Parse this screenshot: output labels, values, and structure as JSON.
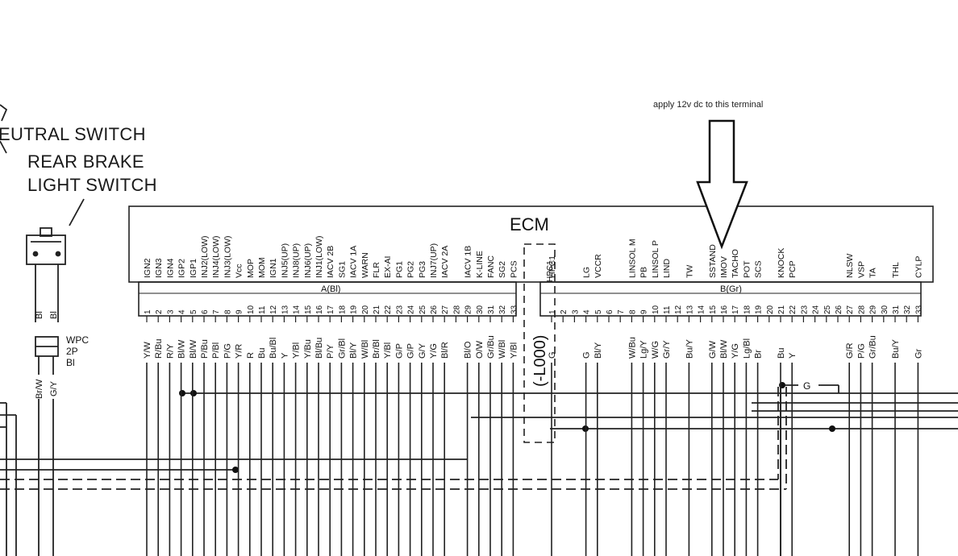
{
  "annotation": "apply 12v dc to this terminal",
  "switch_labels": {
    "neutral_switch": "EUTRAL SWITCH",
    "rear_brake_line1": "REAR BRAKE",
    "rear_brake_line2": "LIGHT SWITCH"
  },
  "ecm": {
    "title": "ECM",
    "connector_a_label": "A(Bl)",
    "connector_b_label": "B(Gr)",
    "l000_label": "(-L000)",
    "hpc1_label": "HPC1",
    "g_branch_label": "G",
    "connector_a": [
      {
        "pin": "1",
        "signal": "IGN2",
        "wire": "Y/W"
      },
      {
        "pin": "2",
        "signal": "IGN3",
        "wire": "R/Bu"
      },
      {
        "pin": "3",
        "signal": "IGN4",
        "wire": "R/Y"
      },
      {
        "pin": "4",
        "signal": "IGP2",
        "wire": "Bl/W"
      },
      {
        "pin": "5",
        "signal": "IGP1",
        "wire": "Bl/W"
      },
      {
        "pin": "6",
        "signal": "INJ2(LOW)",
        "wire": "P/Bu"
      },
      {
        "pin": "7",
        "signal": "INJ4(LOW)",
        "wire": "P/Bl"
      },
      {
        "pin": "8",
        "signal": "INJ3(LOW)",
        "wire": "P/G"
      },
      {
        "pin": "9",
        "signal": "Vcc",
        "wire": "Y/R"
      },
      {
        "pin": "10",
        "signal": "MOP",
        "wire": "R"
      },
      {
        "pin": "11",
        "signal": "MOM",
        "wire": "Bu"
      },
      {
        "pin": "12",
        "signal": "IGN1",
        "wire": "Bu/Bl"
      },
      {
        "pin": "13",
        "signal": "INJ5(UP)",
        "wire": "Y"
      },
      {
        "pin": "14",
        "signal": "INJ8(UP)",
        "wire": "Y/Bl"
      },
      {
        "pin": "15",
        "signal": "INJ6(UP)",
        "wire": "Y/Bu"
      },
      {
        "pin": "16",
        "signal": "INJ1(LOW)",
        "wire": "Bl/Bu"
      },
      {
        "pin": "17",
        "signal": "IACV 2B",
        "wire": "P/Y"
      },
      {
        "pin": "18",
        "signal": "SG1",
        "wire": "Gr/Bl"
      },
      {
        "pin": "19",
        "signal": "IACV 1A",
        "wire": "Bl/Y"
      },
      {
        "pin": "20",
        "signal": "WARN",
        "wire": "W/Bl"
      },
      {
        "pin": "21",
        "signal": "FLR",
        "wire": "Br/Bl"
      },
      {
        "pin": "22",
        "signal": "EX-AI",
        "wire": "Y/Bl"
      },
      {
        "pin": "23",
        "signal": "PG1",
        "wire": "G/P"
      },
      {
        "pin": "24",
        "signal": "PG2",
        "wire": "G/P"
      },
      {
        "pin": "25",
        "signal": "PG3",
        "wire": "G/Y"
      },
      {
        "pin": "26",
        "signal": "INJ7(UP)",
        "wire": "Y/G"
      },
      {
        "pin": "27",
        "signal": "IACV 2A",
        "wire": "Bl/R"
      },
      {
        "pin": "28",
        "signal": "",
        "wire": ""
      },
      {
        "pin": "29",
        "signal": "IACV 1B",
        "wire": "Bl/O"
      },
      {
        "pin": "30",
        "signal": "K-LINE",
        "wire": "O/W"
      },
      {
        "pin": "31",
        "signal": "FANC",
        "wire": "Gr/Bu"
      },
      {
        "pin": "32",
        "signal": "SG2",
        "wire": "W/Bl"
      },
      {
        "pin": "33",
        "signal": "PCS",
        "wire": "Y/Bl"
      }
    ],
    "connector_b": [
      {
        "pin": "1",
        "signal": "HPC1",
        "wire": "G"
      },
      {
        "pin": "2",
        "signal": "",
        "wire": ""
      },
      {
        "pin": "3",
        "signal": "",
        "wire": ""
      },
      {
        "pin": "4",
        "signal": "LG",
        "wire": "G"
      },
      {
        "pin": "5",
        "signal": "VCCR",
        "wire": "Bl/Y"
      },
      {
        "pin": "6",
        "signal": "",
        "wire": ""
      },
      {
        "pin": "7",
        "signal": "",
        "wire": ""
      },
      {
        "pin": "8",
        "signal": "LINSOL M",
        "wire": "W/Bu"
      },
      {
        "pin": "9",
        "signal": "PB",
        "wire": "Lg/Y"
      },
      {
        "pin": "10",
        "signal": "LINSOL P",
        "wire": "W/G"
      },
      {
        "pin": "11",
        "signal": "LIND",
        "wire": "Gr/Y"
      },
      {
        "pin": "12",
        "signal": "",
        "wire": ""
      },
      {
        "pin": "13",
        "signal": "TW",
        "wire": "Bu/Y"
      },
      {
        "pin": "14",
        "signal": "",
        "wire": ""
      },
      {
        "pin": "15",
        "signal": "SSTAND",
        "wire": "G/W"
      },
      {
        "pin": "16",
        "signal": "IMOV",
        "wire": "Bl/W"
      },
      {
        "pin": "17",
        "signal": "TACHO",
        "wire": "Y/G"
      },
      {
        "pin": "18",
        "signal": "POT",
        "wire": "Lg/Bl"
      },
      {
        "pin": "19",
        "signal": "SCS",
        "wire": "Br"
      },
      {
        "pin": "20",
        "signal": "",
        "wire": ""
      },
      {
        "pin": "21",
        "signal": "KNOCK",
        "wire": "Bu"
      },
      {
        "pin": "22",
        "signal": "PCP",
        "wire": "Y"
      },
      {
        "pin": "23",
        "signal": "",
        "wire": ""
      },
      {
        "pin": "24",
        "signal": "",
        "wire": ""
      },
      {
        "pin": "25",
        "signal": "",
        "wire": ""
      },
      {
        "pin": "26",
        "signal": "",
        "wire": ""
      },
      {
        "pin": "27",
        "signal": "NLSW",
        "wire": "G/R"
      },
      {
        "pin": "28",
        "signal": "VSP",
        "wire": "P/G"
      },
      {
        "pin": "29",
        "signal": "TA",
        "wire": "Gr/Bu"
      },
      {
        "pin": "30",
        "signal": "",
        "wire": ""
      },
      {
        "pin": "31",
        "signal": "THL",
        "wire": "Bu/Y"
      },
      {
        "pin": "32",
        "signal": "",
        "wire": ""
      },
      {
        "pin": "33",
        "signal": "CYLP",
        "wire": "Gr"
      }
    ]
  },
  "switch_connector": {
    "wire_top_left": "Bl",
    "wire_top_right": "Bl",
    "wpc_line1": "WPC",
    "wpc_line2": "2P",
    "wpc_line3": "Bl",
    "wire_bottom_left": "Br/W",
    "wire_bottom_right": "G/Y"
  }
}
